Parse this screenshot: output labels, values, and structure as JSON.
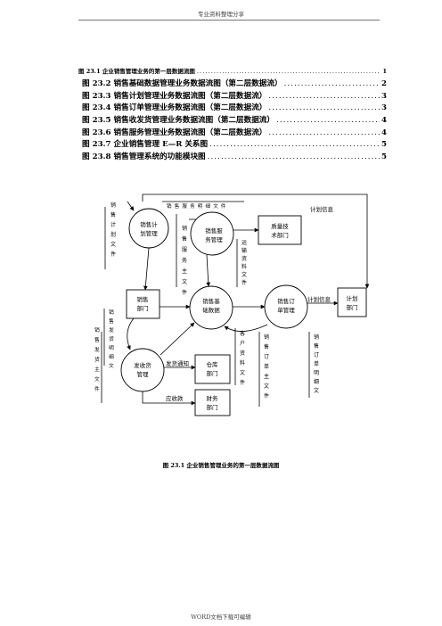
{
  "header": {
    "text": "专业资料整理分享"
  },
  "toc": {
    "entries": [
      {
        "label": "图 23.1 企业销售管理业务的第一层数据流图",
        "page": "1"
      },
      {
        "label": "图 23.2 销售基础数据管理业务数据流图（第二层数据流）",
        "page": "2"
      },
      {
        "label": "图 23.3 销售计划管理业务数据流图（第二层数据流）",
        "page": "3"
      },
      {
        "label": "图 23.4 销售订单管理业务数据流图（第二层数据流）",
        "page": "3"
      },
      {
        "label": "图 23.5 销售收发货管理业务数据流图（第二层数据流）",
        "page": "4"
      },
      {
        "label": "图 23.6 销售服务管理业务数据流图（第二层数据流）",
        "page": "4"
      },
      {
        "label": "图 23.7 企业销售管理 E—R 关系图",
        "page": "5"
      },
      {
        "label": "图 23.8 销售管理系统的功能模块图",
        "page": "5"
      }
    ]
  },
  "diagram": {
    "processes": {
      "sales_plan": [
        "销售计",
        "划管理"
      ],
      "sales_service": [
        "销售服",
        "务管理"
      ],
      "sales_base": [
        "销售基",
        "础数据"
      ],
      "sales_order": [
        "销售订",
        "单管理"
      ],
      "shipping": [
        "发收货",
        "管理"
      ]
    },
    "entities": {
      "quality": [
        "质量技",
        "术部门"
      ],
      "sales_dept": [
        "销售",
        "部门"
      ],
      "plan_dept": [
        "计划",
        "部门"
      ],
      "warehouse": [
        "仓库",
        "部门"
      ],
      "finance": [
        "财务",
        "部门"
      ]
    },
    "flows": {
      "service_detail_file": "销售服务明细文件",
      "plan_info_top": "计划信息",
      "plan_info_mid": "计划信息",
      "delivery_notice": "发货通知",
      "receivable": "应收款"
    },
    "stores": {
      "sales_plan_file": "销售计划文件",
      "service_main_file": "销售服务主文件",
      "transport_file": "运输资料文件",
      "customer_file": "客户资料文件",
      "ship_detail_file": "销售发货明细文",
      "ship_main_file": "销售发货主文件",
      "order_main_file": "销售订单主文件",
      "order_detail_file": "销售订单明细文"
    }
  },
  "caption": "图 23.1 企业销售管理业务的第一层数据流图",
  "footer": {
    "text": "WORD文档下载可编辑"
  }
}
